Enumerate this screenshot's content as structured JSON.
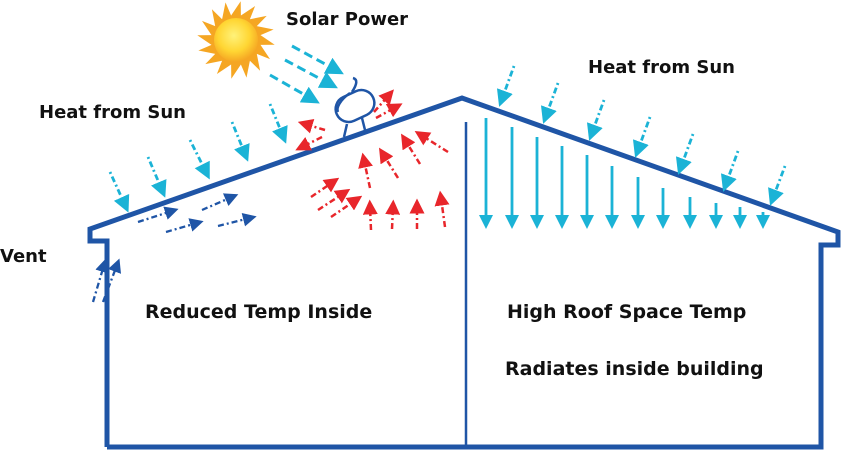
{
  "labels": {
    "solar_power": "Solar Power",
    "heat_from_sun_left": "Heat from Sun",
    "heat_from_sun_right": "Heat from Sun",
    "vent": "Vent",
    "reduced_temp": "Reduced Temp Inside",
    "high_roof_temp": "High Roof Space Temp",
    "radiates": "Radiates inside building"
  },
  "colors": {
    "structure": "#1f55a6",
    "sun_heat": "#1bb3d6",
    "hot_air": "#e8262b",
    "vent_air": "#1f55a6",
    "sun_outer": "#f5a623",
    "sun_inner": "#ffd633",
    "text": "#111111"
  },
  "icons": {
    "sun": "sun-icon",
    "solar_fan": "solar-roof-vent-icon"
  }
}
